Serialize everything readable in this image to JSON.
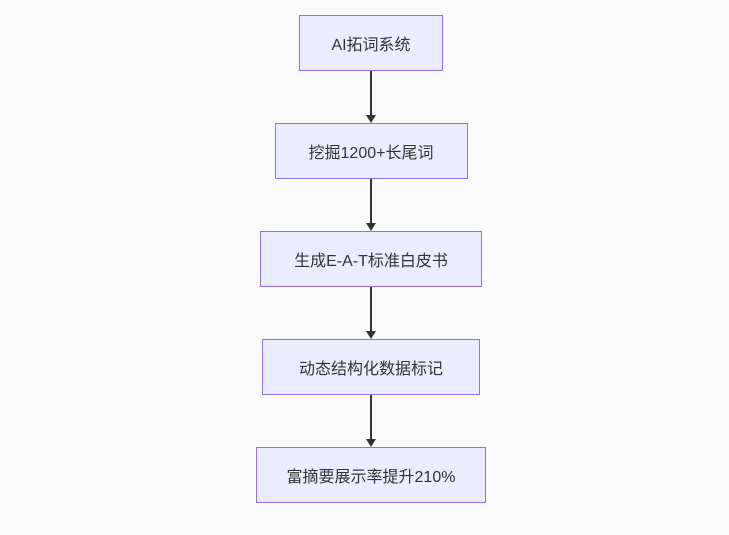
{
  "flowchart": {
    "type": "flowchart",
    "direction": "top-down",
    "nodes": [
      {
        "label": "AI拓词系统"
      },
      {
        "label": "挖掘1200+长尾词"
      },
      {
        "label": "生成E-A-T标准白皮书"
      },
      {
        "label": "动态结构化数据标记"
      },
      {
        "label": "富摘要展示率提升210%"
      }
    ],
    "edges": [
      {
        "from": 0,
        "to": 1
      },
      {
        "from": 1,
        "to": 2
      },
      {
        "from": 2,
        "to": 3
      },
      {
        "from": 3,
        "to": 4
      }
    ]
  },
  "colors": {
    "background": "#fafafa",
    "node_fill": "#ececff",
    "node_border": "#9370db",
    "text_color": "#333333",
    "arrow_color": "#333333"
  }
}
